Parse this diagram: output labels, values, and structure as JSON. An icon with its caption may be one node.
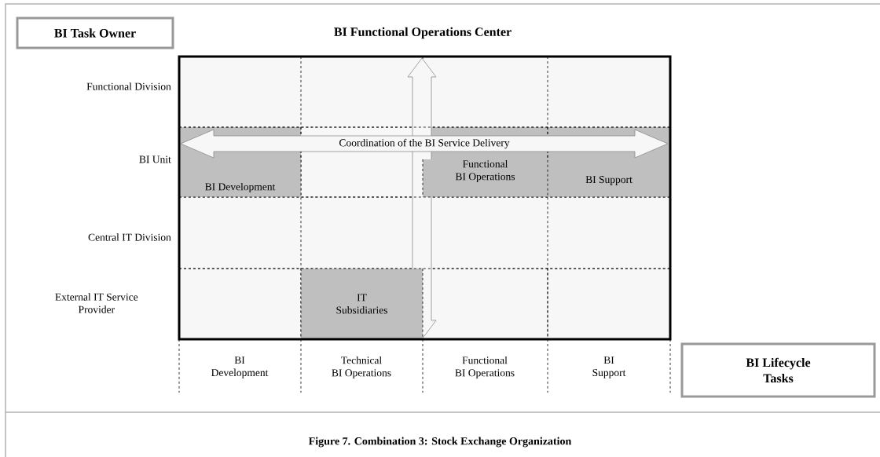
{
  "diagram": {
    "title": "BI Functional Operations Center",
    "caption": "Figure 7. Combination 3: Stock Exchange Organization",
    "nodes": [
      {
        "text": [
          "BI Task Owner"
        ]
      },
      {
        "text": [
          "Coordination of the BI Service Delivery"
        ]
      },
      {
        "text": [
          "BI Development"
        ]
      },
      {
        "text": [
          "Functional BI Operations"
        ]
      },
      {
        "text": [
          "BI Support"
        ]
      },
      {
        "text": [
          "IT Subsidiaries"
        ]
      },
      {
        "text": [
          "BI Lifecycle Tasks"
        ]
      }
    ],
    "labels": [
      "Functional Division",
      "BI Unit",
      "Central IT Division",
      "External IT Service Provider",
      "BI Development",
      "Technical BI Operations",
      "Functional BI Operations",
      "BI Support"
    ]
  }
}
